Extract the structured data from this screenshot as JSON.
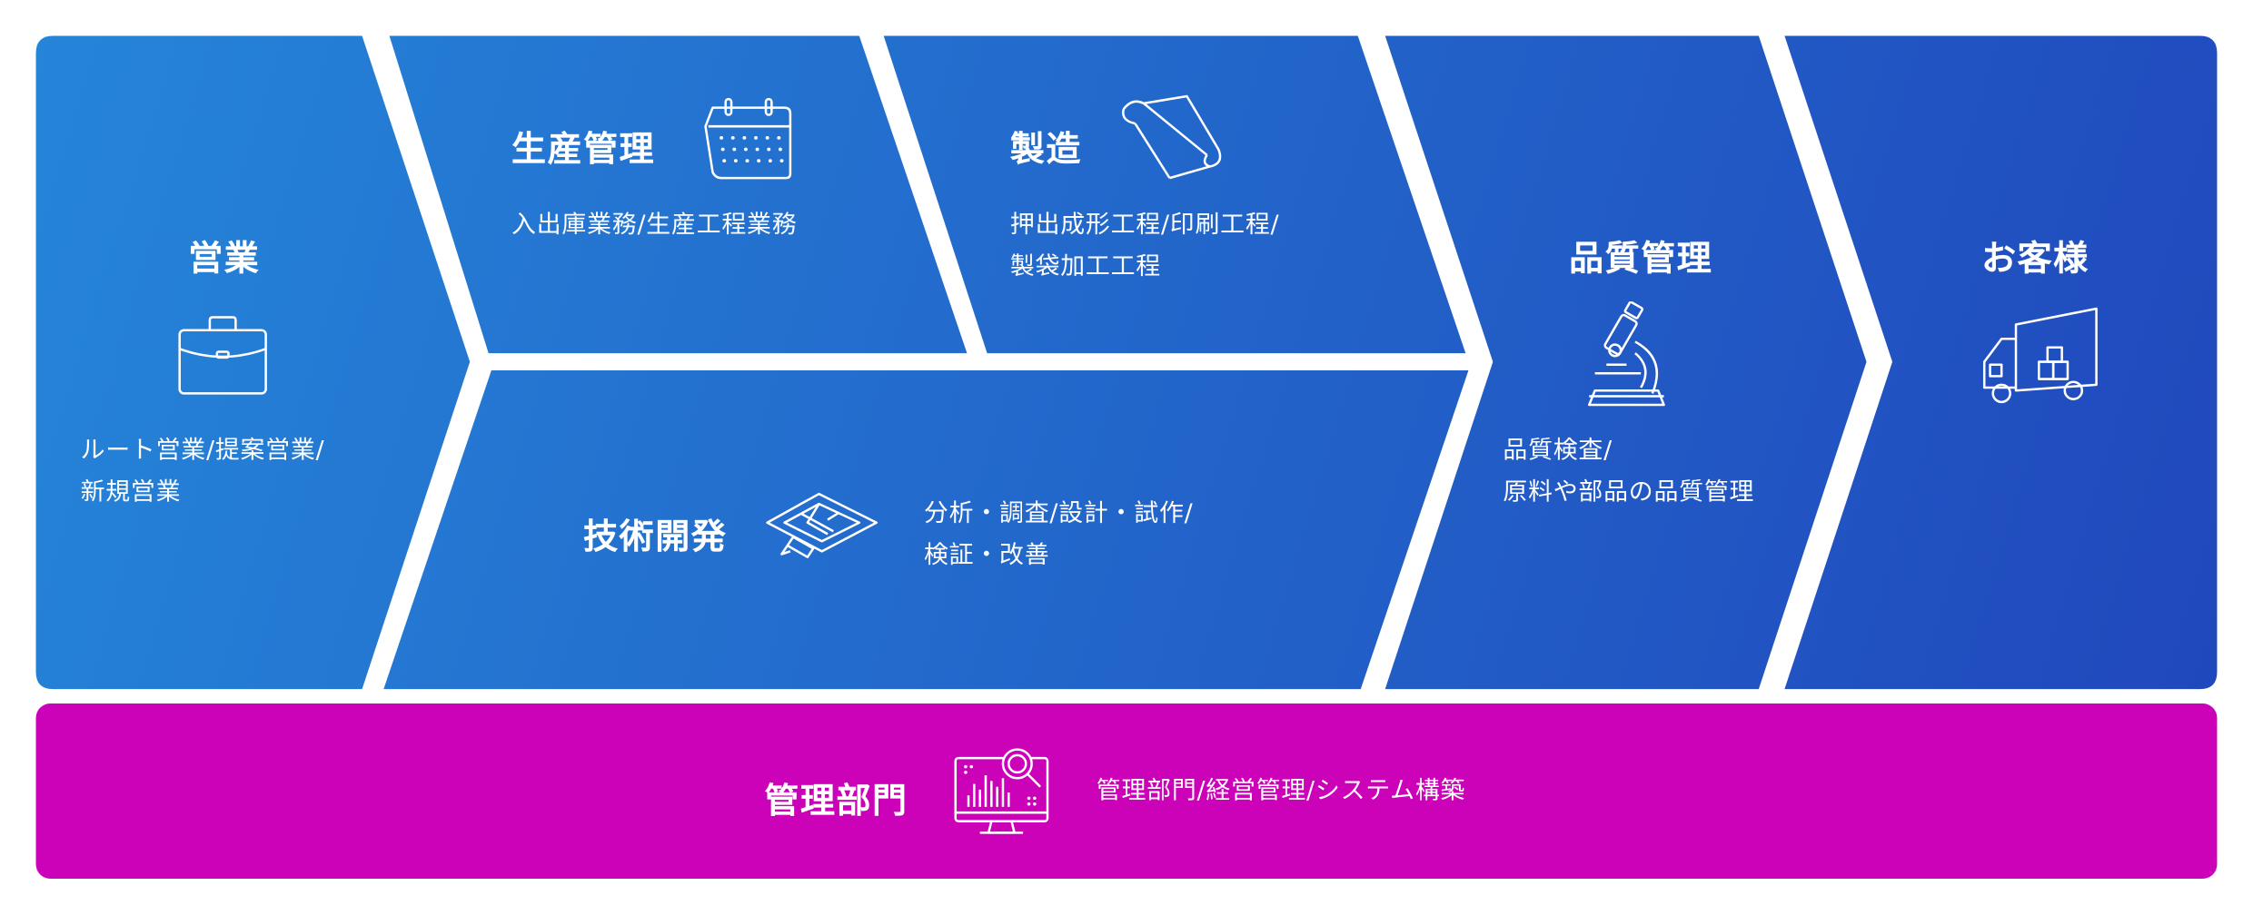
{
  "colors": {
    "flow_start": "#2585d8",
    "flow_end": "#2048bd",
    "management": "#cc02b8",
    "gap": "#dfe4ec"
  },
  "stages": {
    "sales": {
      "title": "営業",
      "icon": "briefcase-icon",
      "desc_lines": [
        "ルート営業/提案営業/",
        "新規営業"
      ]
    },
    "production_control": {
      "title": "生産管理",
      "icon": "calendar-icon",
      "desc_lines": [
        "入出庫業務/生産工程業務"
      ]
    },
    "manufacturing": {
      "title": "製造",
      "icon": "scroll-icon",
      "desc_lines": [
        "押出成形工程/印刷工程/",
        "製袋加工工程"
      ]
    },
    "rnd": {
      "title": "技術開発",
      "icon": "blueprint-icon",
      "desc_lines": [
        "分析・調査/設計・試作/",
        "検証・改善"
      ]
    },
    "quality": {
      "title": "品質管理",
      "icon": "microscope-icon",
      "desc_lines": [
        "品質検査/",
        "原料や部品の品質管理"
      ]
    },
    "customer": {
      "title": "お客様",
      "icon": "delivery-truck-icon"
    }
  },
  "management": {
    "title": "管理部門",
    "icon": "monitor-analytics-icon",
    "desc": "管理部門/経営管理/システム構築"
  }
}
